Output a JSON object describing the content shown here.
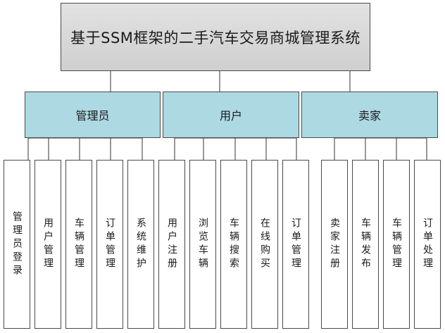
{
  "root": {
    "title": "基于SSM框架的二手汽车交易商城管理系统"
  },
  "roles": [
    {
      "label": "管理员",
      "children": [
        "管理员登录",
        "用户管理",
        "车辆管理",
        "订单管理",
        "系统维护"
      ]
    },
    {
      "label": "用户",
      "children": [
        "用户注册",
        "浏览车辆",
        "车辆搜索",
        "在线购买",
        "订单管理"
      ]
    },
    {
      "label": "卖家",
      "children": [
        "卖家注册",
        "车辆发布",
        "车辆管理",
        "订单处理"
      ]
    }
  ]
}
